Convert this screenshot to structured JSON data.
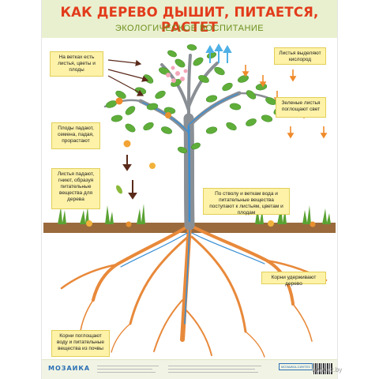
{
  "header": {
    "title": "КАК ДЕРЕВО ДЫШИТ, ПИТАЕТСЯ, РАСТЕТ",
    "subtitle": "ЭКОЛОГИЧЕСКОЕ ВОСПИТАНИЕ"
  },
  "notes": {
    "branches": "На ветках есть листья, цветы и плоды",
    "fruits": "Плоды падают, семена, падая, прорастают",
    "leaves_fall": "Листья падают, гниют, образуя питательные вещества для дерева",
    "oxygen": "Листья выделяют кислород",
    "light": "Зеленые листья поглощают свет",
    "trunk": "По стволу и веткам вода и питательные вещества поступают к листьям, цветам и плодам",
    "roots_hold": "Корни удерживают дерево",
    "roots_absorb": "Корни поглощают воду и питательные вещества из почвы"
  },
  "footer": {
    "logo": "МОЗАИКА",
    "publisher_badge": "МОЗАИКА-СИНТЕЗ"
  },
  "watermark": "www.oz.by",
  "colors": {
    "title": "#e23b1b",
    "subtitle": "#6c8f1c",
    "header_bg": "#e9f0cf",
    "note_bg": "#fdf2a8",
    "trunk": "#8a8f95",
    "roots": "#e8893a",
    "water": "#3a8fd4",
    "leaf": "#5fae3a",
    "arrow_down": "#f08a2a",
    "arrow_up": "#4fb0e6",
    "arrow_dark": "#5a2a1a"
  }
}
